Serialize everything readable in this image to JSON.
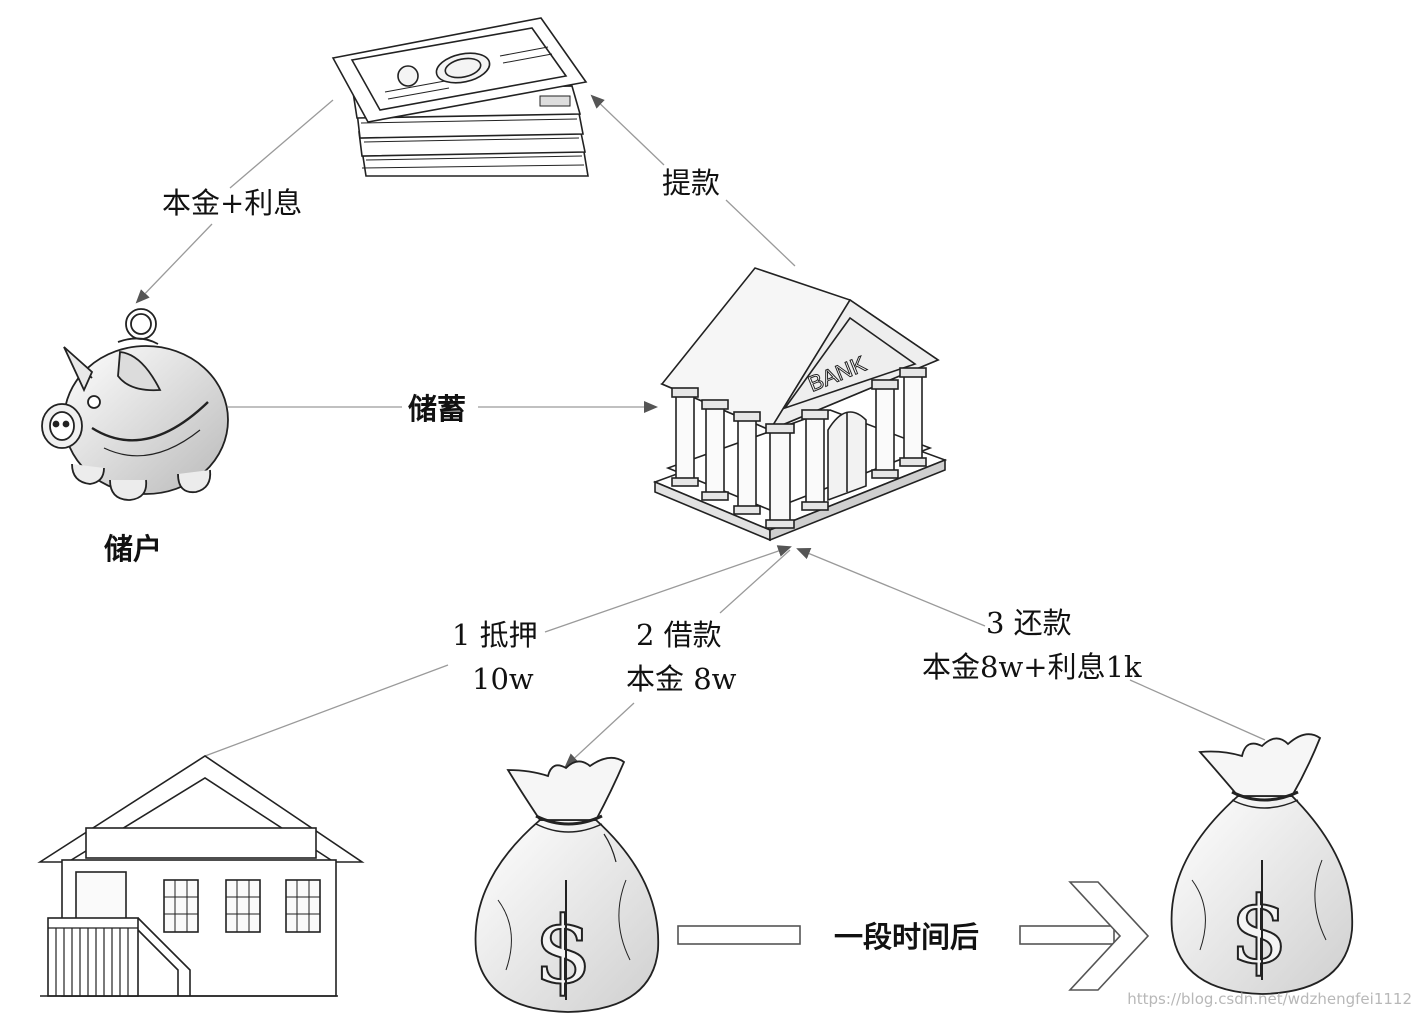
{
  "labels": {
    "principal_interest": "本金+利息",
    "withdraw": "提款",
    "savings": "储蓄",
    "depositor": "储户",
    "mortgage_line1": "1 抵押",
    "mortgage_line2": "10w",
    "loan_line1": "2 借款",
    "loan_line2": "本金 8w",
    "repay_line1": "3 还款",
    "repay_line2": "本金8w+利息1k",
    "after_time": "一段时间后",
    "bank_sign": "BANK",
    "watermark": "https://blog.csdn.net/wdzhengfei1112"
  },
  "icons": [
    "money-stack-icon",
    "piggy-bank-icon",
    "bank-building-icon",
    "house-icon",
    "money-bag-icon",
    "money-bag-icon",
    "right-arrow-icon"
  ]
}
